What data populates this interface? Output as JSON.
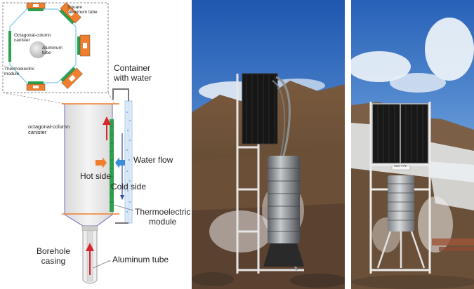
{
  "inset": {
    "square_aluminum_tube": "Square\naluminum tube",
    "octagonal_column_canister": "Octagonal-column\ncanister",
    "aluminum_tube": "Aluminum\ntube",
    "thermoelectric_module": "Thermoelectric\nmodule"
  },
  "main": {
    "container_with_water": "Container\nwith water",
    "octagonal_column_canister": "octagonal-column\ncanister",
    "water_flow": "Water flow",
    "hot_side": "Hot side",
    "cold_side": "Cold side",
    "thermoelectric_module": "Thermoelectric\nmodule",
    "borehole_casing": "Borehole\ncasing",
    "aluminum_tube": "Aluminum tube"
  },
  "colors": {
    "orange": "#ef7f2e",
    "green": "#2ea04d",
    "red_arrow": "#d7262d",
    "blue_arrow": "#3a8dd9",
    "purple_outline": "#6b5bb5",
    "sky": "#2f6fc0",
    "ground": "#8a6a4a"
  },
  "photos": {
    "left_photo": "field-installation-side-view",
    "right_photo": "field-installation-front-view",
    "logo_text": "HEAT PIPE"
  }
}
